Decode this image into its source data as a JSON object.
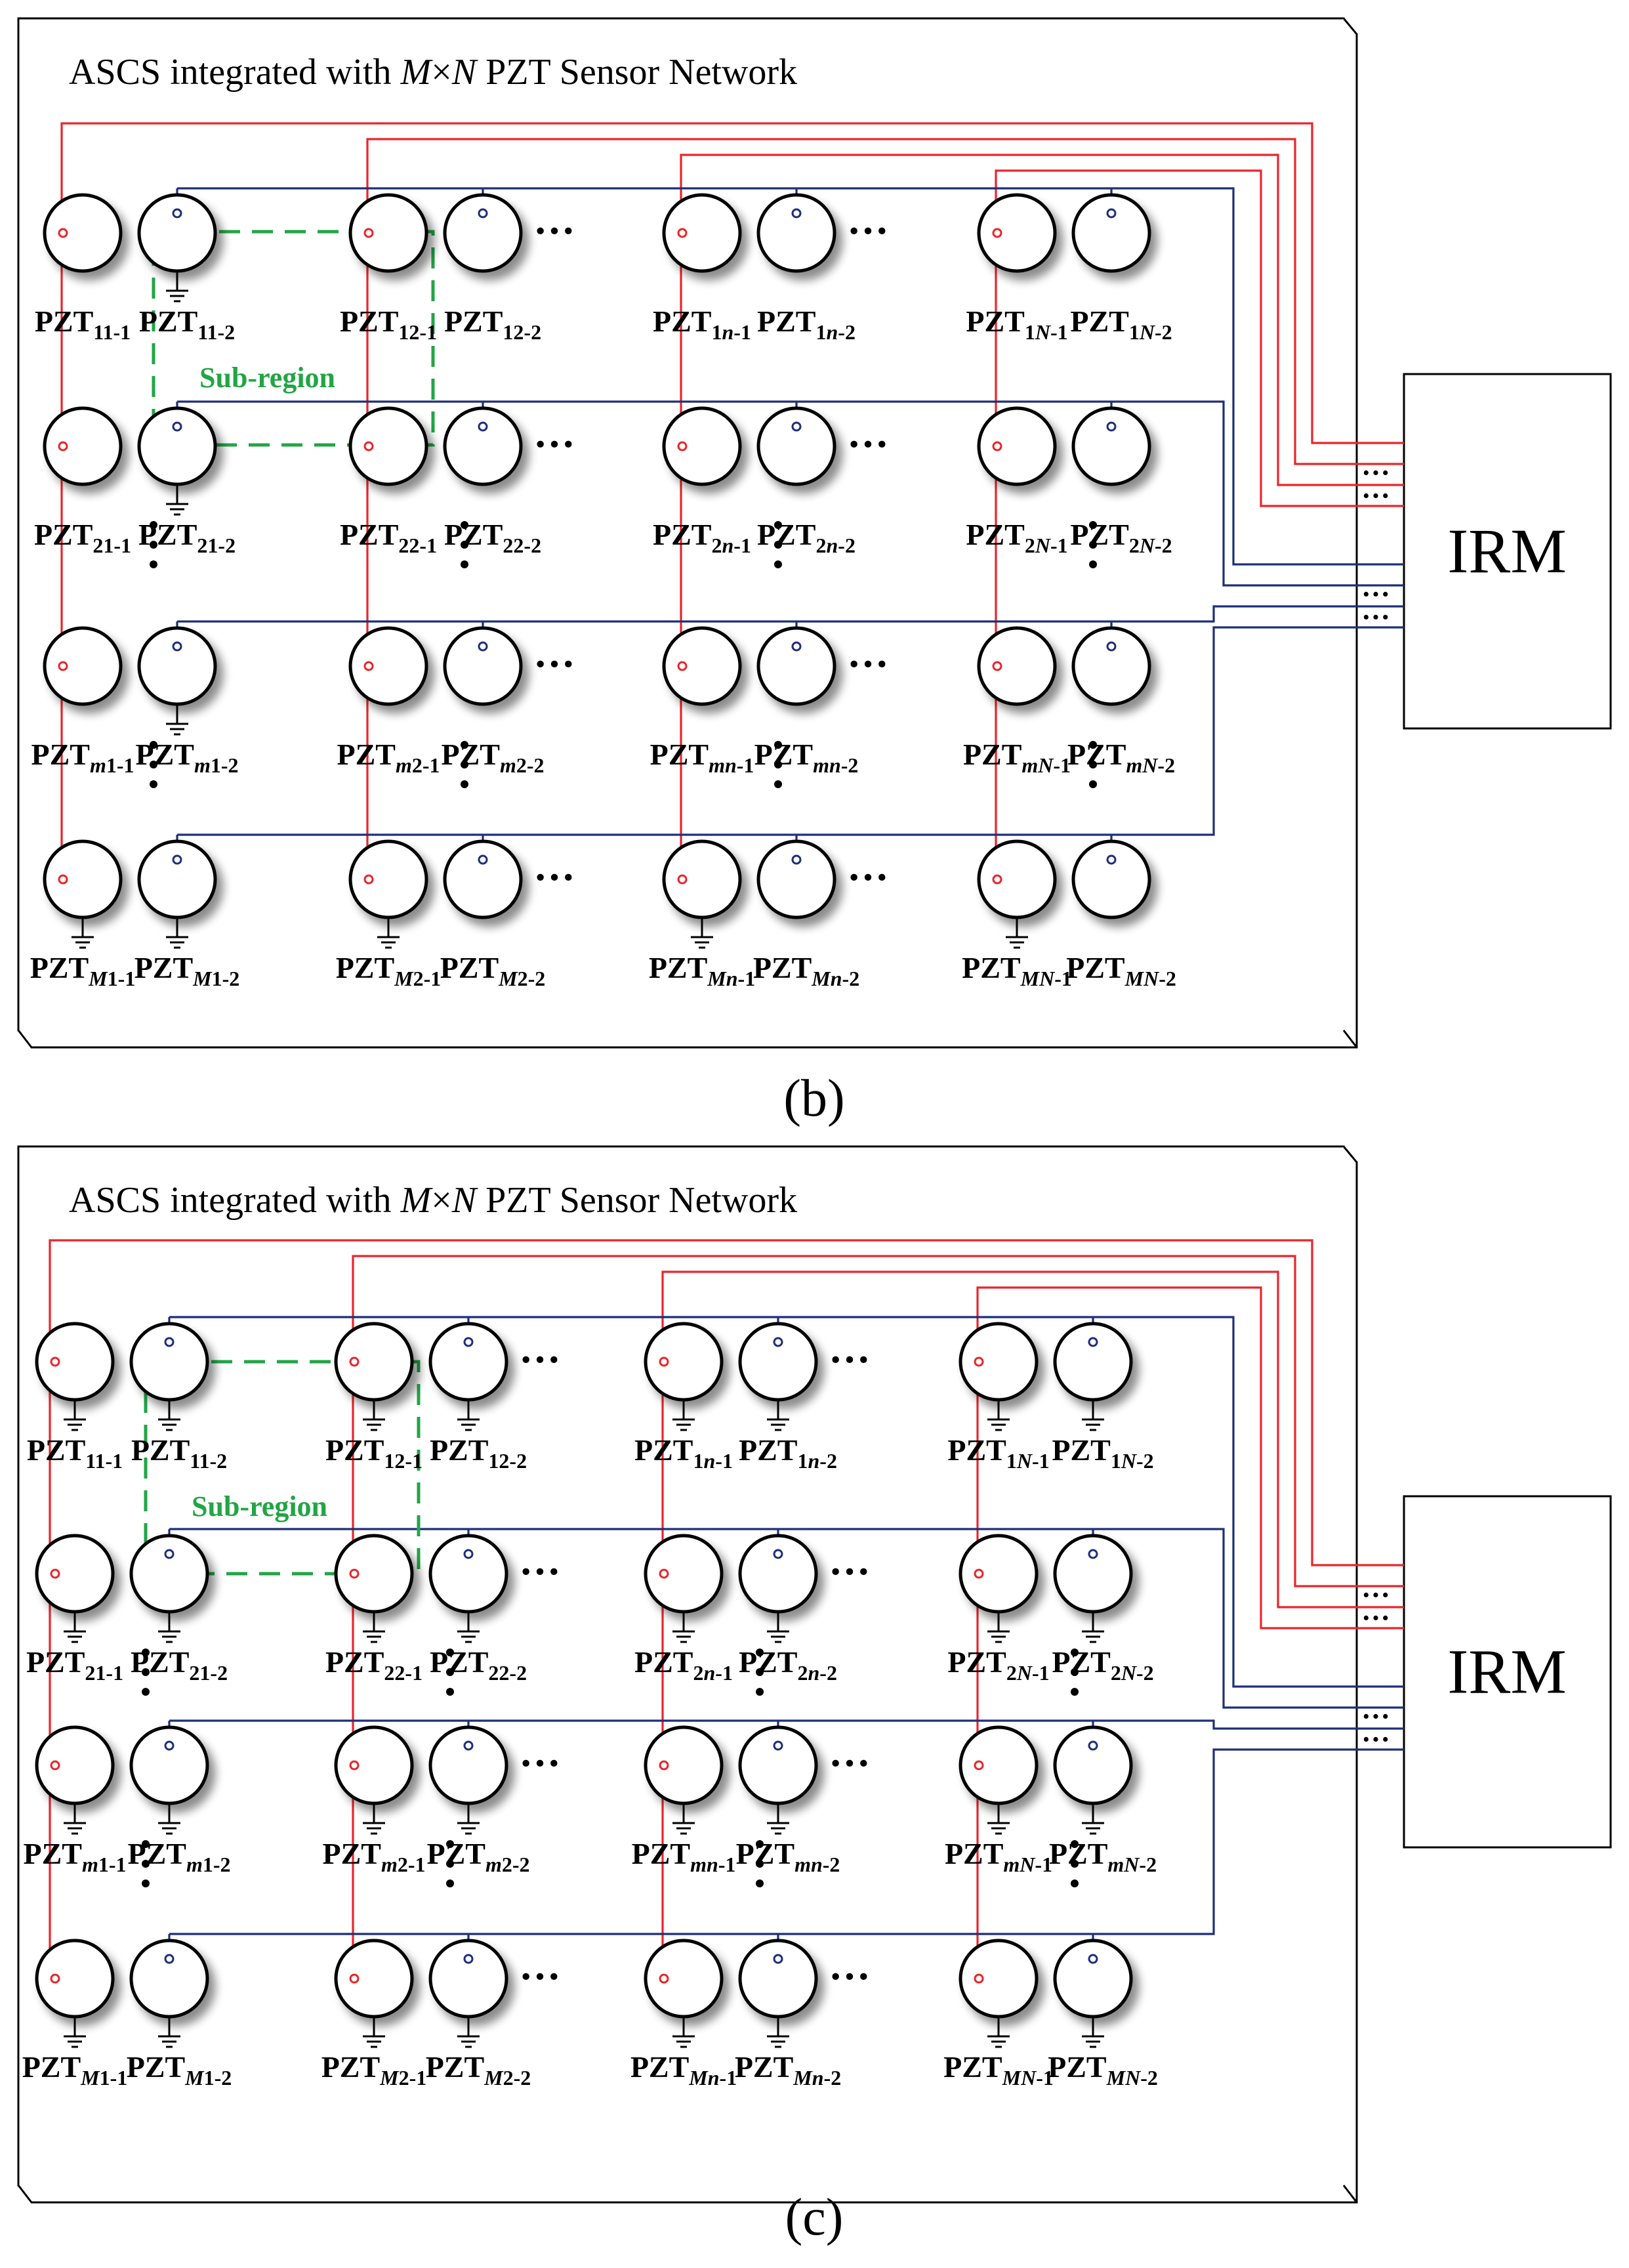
{
  "panels": [
    {
      "id": "b",
      "title_parts": [
        "ASCS integrated with ",
        "M",
        "×",
        "N",
        " PZT Sensor Network"
      ],
      "caption": "(b)",
      "subregion_label": "Sub-region",
      "module_label": "IRM",
      "row_idx": [
        "1",
        "2",
        "m",
        "M"
      ],
      "col_idx": [
        "1",
        "2",
        "n",
        "N"
      ],
      "grounded_b_rows": [
        0,
        1,
        2,
        3
      ],
      "grounded_a_rows": [
        3
      ]
    },
    {
      "id": "c",
      "title_parts": [
        "ASCS integrated with ",
        "M",
        "×",
        "N",
        " PZT Sensor Network"
      ],
      "caption": "(c)",
      "subregion_label": "Sub-region",
      "module_label": "IRM",
      "row_idx": [
        "1",
        "2",
        "m",
        "M"
      ],
      "col_idx": [
        "1",
        "2",
        "n",
        "N"
      ],
      "grounded_b_rows": [
        0,
        1,
        2,
        3
      ],
      "grounded_a_rows": [
        0,
        1,
        2,
        3
      ]
    }
  ],
  "sensor_prefix": "PZT",
  "suffix_a": "-1",
  "suffix_b": "-2",
  "colors": {
    "excitation_wire": "#e8262b",
    "sensing_wire": "#1e2f7a",
    "subregion": "#22a545",
    "outline": "#000000",
    "terminal_red": "#e8262b",
    "terminal_blue": "#1e2f7a"
  }
}
